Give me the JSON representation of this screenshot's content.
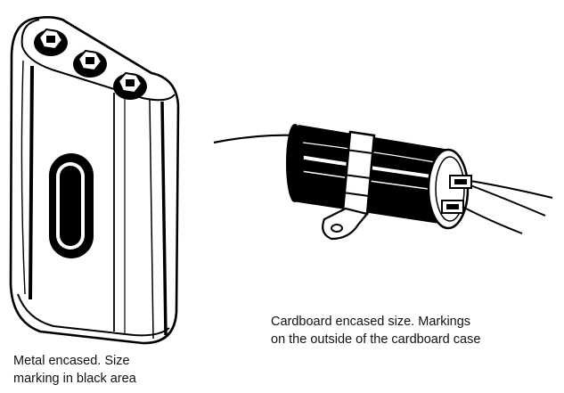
{
  "captions": {
    "metal": {
      "line1": "Metal encased.  Size",
      "line2": "marking in black area"
    },
    "cardboard": {
      "line1": "Cardboard encased size.  Markings",
      "line2": "on the outside of the cardboard case"
    }
  },
  "colors": {
    "ink": "#000000",
    "paper": "#ffffff"
  }
}
